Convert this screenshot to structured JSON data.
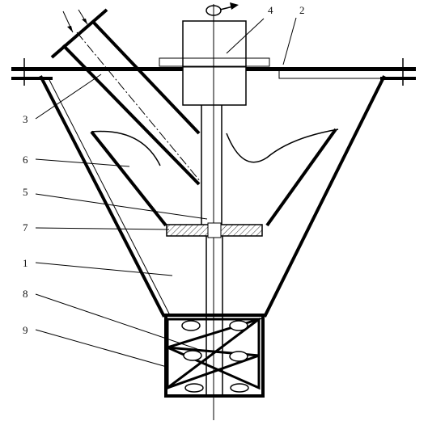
{
  "diagram": {
    "labels": {
      "l1": "1",
      "l2": "2",
      "l3": "3",
      "l4": "4",
      "l5": "5",
      "l6": "6",
      "l7": "7",
      "l8": "8",
      "l9": "9"
    },
    "colors": {
      "ink": "#000000",
      "paper": "#ffffff",
      "hatch": "#333333"
    }
  }
}
